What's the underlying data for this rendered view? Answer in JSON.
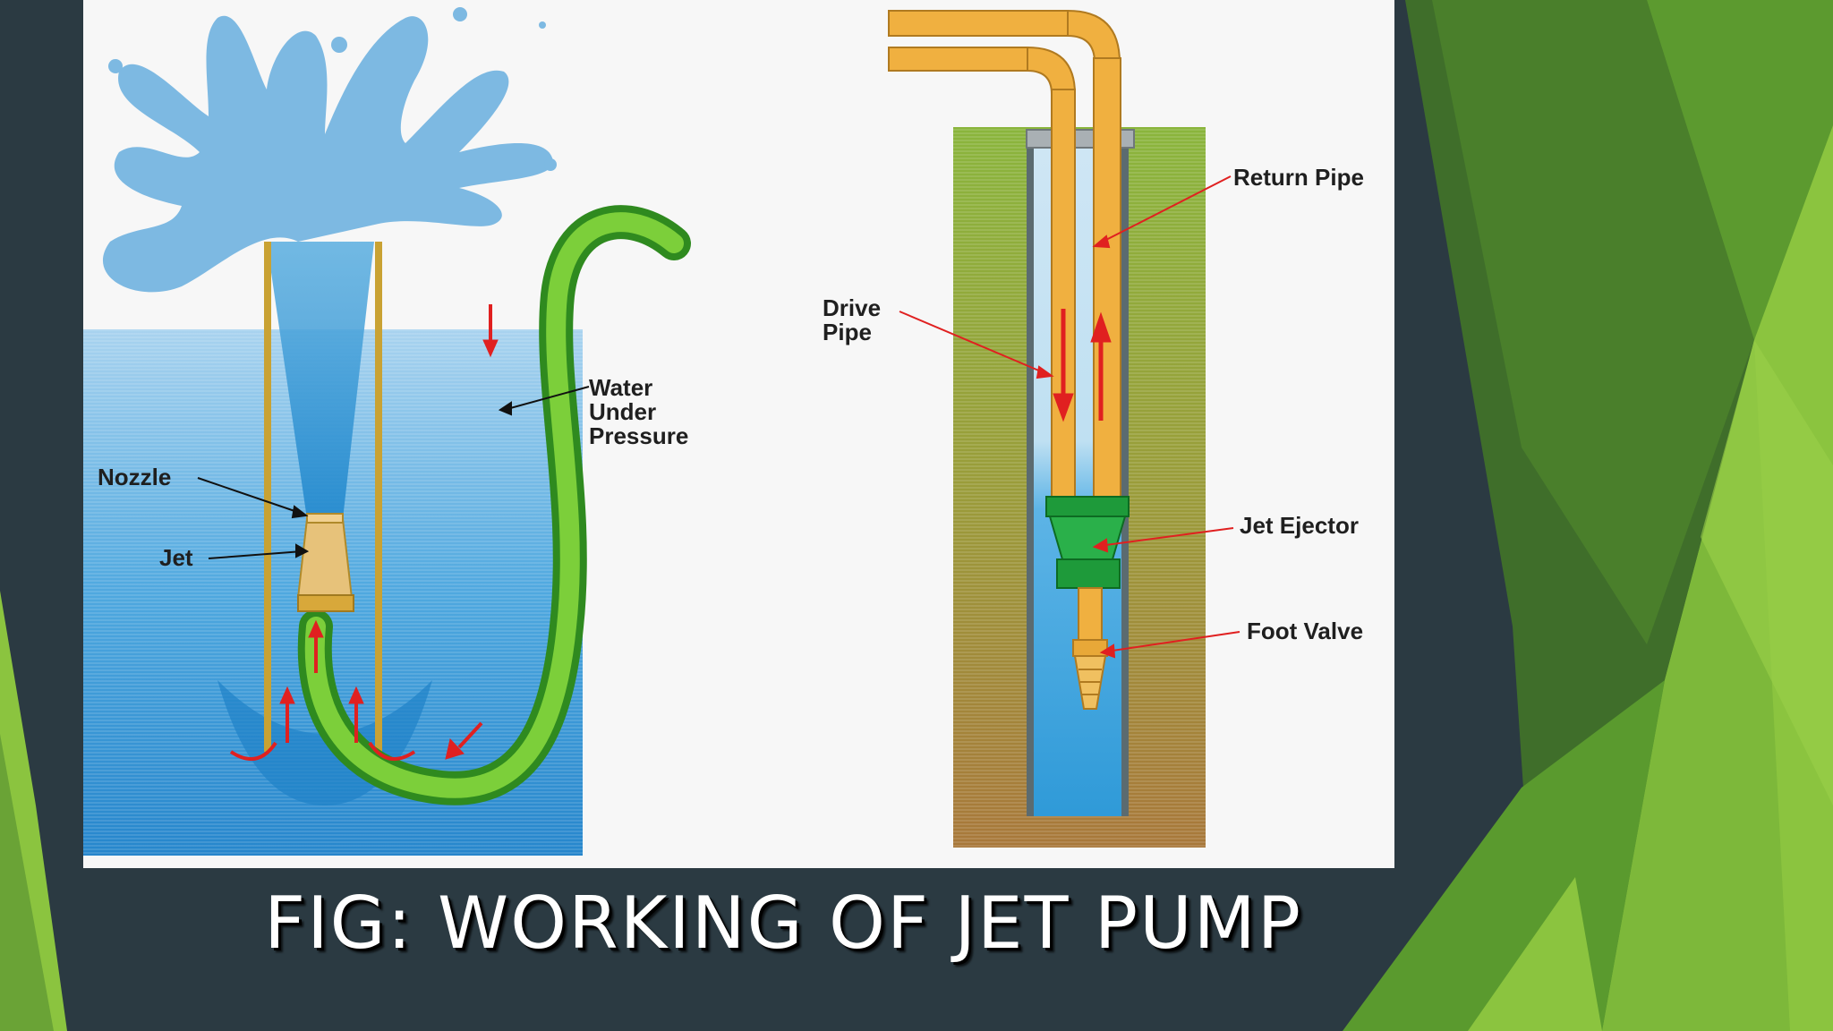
{
  "caption": "FIG: WORKING OF JET PUMP",
  "left_diagram": {
    "labels": {
      "nozzle": "Nozzle",
      "jet": "Jet",
      "water_under_pressure": [
        "Water",
        "Under",
        "Pressure"
      ]
    }
  },
  "right_diagram": {
    "labels": {
      "return_pipe": "Return Pipe",
      "drive_pipe": [
        "Drive",
        "Pipe"
      ],
      "jet_ejector": "Jet Ejector",
      "foot_valve": "Foot Valve"
    }
  },
  "colors": {
    "slide_bg": "#2b3a42",
    "accent_green": "#8bc43f",
    "dark_green": "#4e8a2a",
    "water_blue": "#2f9ad8",
    "pipe_orange": "#f0b040",
    "hose_green": "#4caf2a",
    "arrow_red": "#e02020",
    "soil_green": "#8ab53c",
    "soil_brown": "#a07a3a"
  }
}
